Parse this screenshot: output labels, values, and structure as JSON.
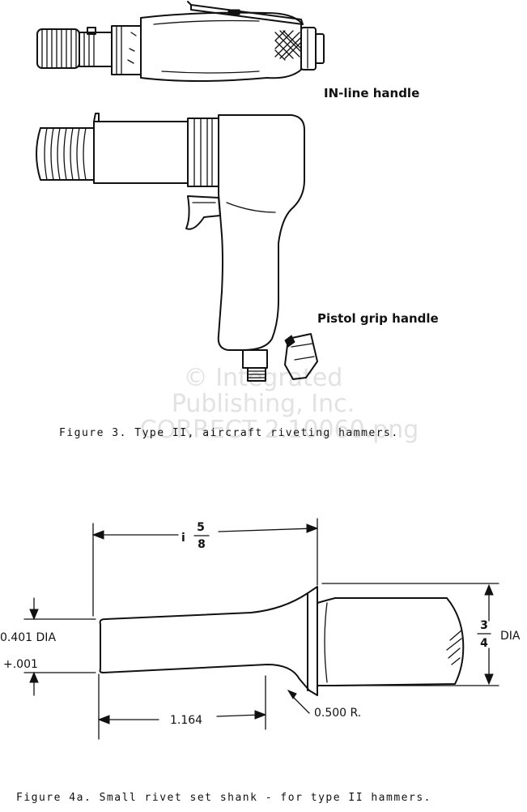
{
  "watermark": {
    "line1": "© Integrated",
    "line2": "Publishing, Inc.",
    "line3": "CORRECT 2.10060.png"
  },
  "figure3": {
    "label_inline": "IN-line handle",
    "label_pistol": "Pistol grip handle",
    "caption": "Figure 3.  Type II, aircraft riveting hammers."
  },
  "figure4a": {
    "dim_overall_whole": "i",
    "dim_overall_num": "5",
    "dim_overall_den": "8",
    "dim_shank_dia": "0.401  DIA",
    "dim_shank_tol": "+.001",
    "dim_body_num": "3",
    "dim_body_den": "4",
    "dim_body_suffix": "DIA",
    "dim_shank_length": "1.164",
    "dim_radius": "0.500  R.",
    "caption": "Figure 4a.  Small rivet set shank - for type II hammers."
  }
}
